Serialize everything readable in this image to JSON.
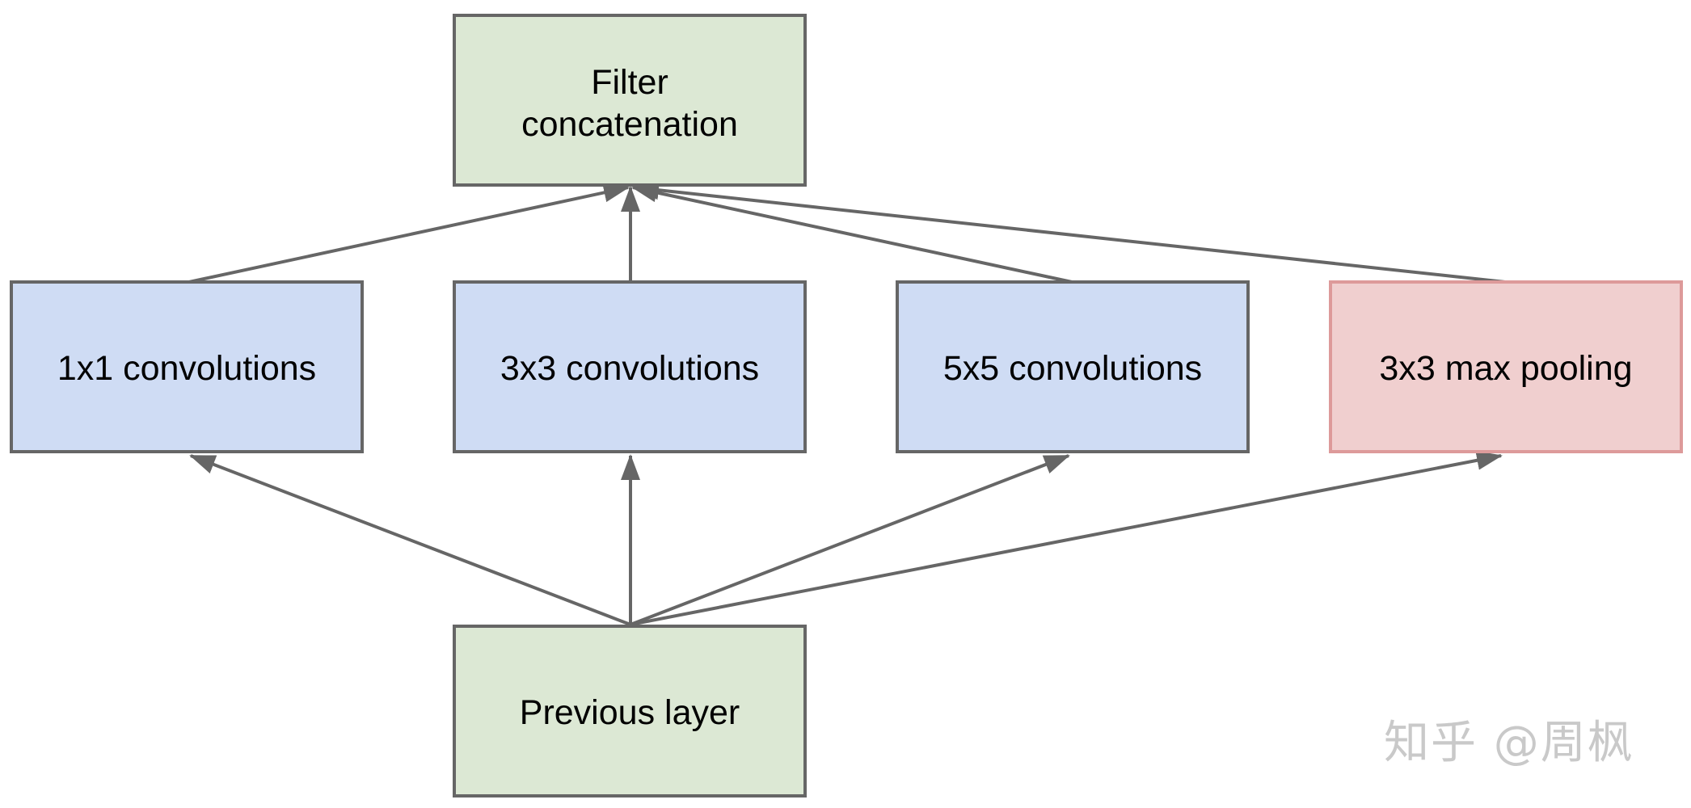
{
  "diagram": {
    "nodes": {
      "filter_concat": {
        "lines": [
          "Filter",
          "concatenation"
        ],
        "fill": "#dce8d4",
        "stroke": "#666666"
      },
      "conv1x1": {
        "lines": [
          "1x1 convolutions"
        ],
        "fill": "#cfdcf4",
        "stroke": "#666666"
      },
      "conv3x3": {
        "lines": [
          "3x3 convolutions"
        ],
        "fill": "#cfdcf4",
        "stroke": "#666666"
      },
      "conv5x5": {
        "lines": [
          "5x5 convolutions"
        ],
        "fill": "#cfdcf4",
        "stroke": "#666666"
      },
      "maxpool": {
        "lines": [
          "3x3 max pooling"
        ],
        "fill": "#f0cfcf",
        "stroke": "#dd9a9a"
      },
      "previous": {
        "lines": [
          "Previous layer"
        ],
        "fill": "#dce8d4",
        "stroke": "#666666"
      }
    },
    "edges": [
      {
        "from": "previous",
        "to": "conv1x1"
      },
      {
        "from": "previous",
        "to": "conv3x3"
      },
      {
        "from": "previous",
        "to": "conv5x5"
      },
      {
        "from": "previous",
        "to": "maxpool"
      },
      {
        "from": "conv1x1",
        "to": "filter_concat"
      },
      {
        "from": "conv3x3",
        "to": "filter_concat"
      },
      {
        "from": "conv5x5",
        "to": "filter_concat"
      },
      {
        "from": "maxpool",
        "to": "filter_concat"
      }
    ],
    "edge_color": "#666666"
  },
  "watermark": {
    "text": "知乎 @周枫"
  }
}
